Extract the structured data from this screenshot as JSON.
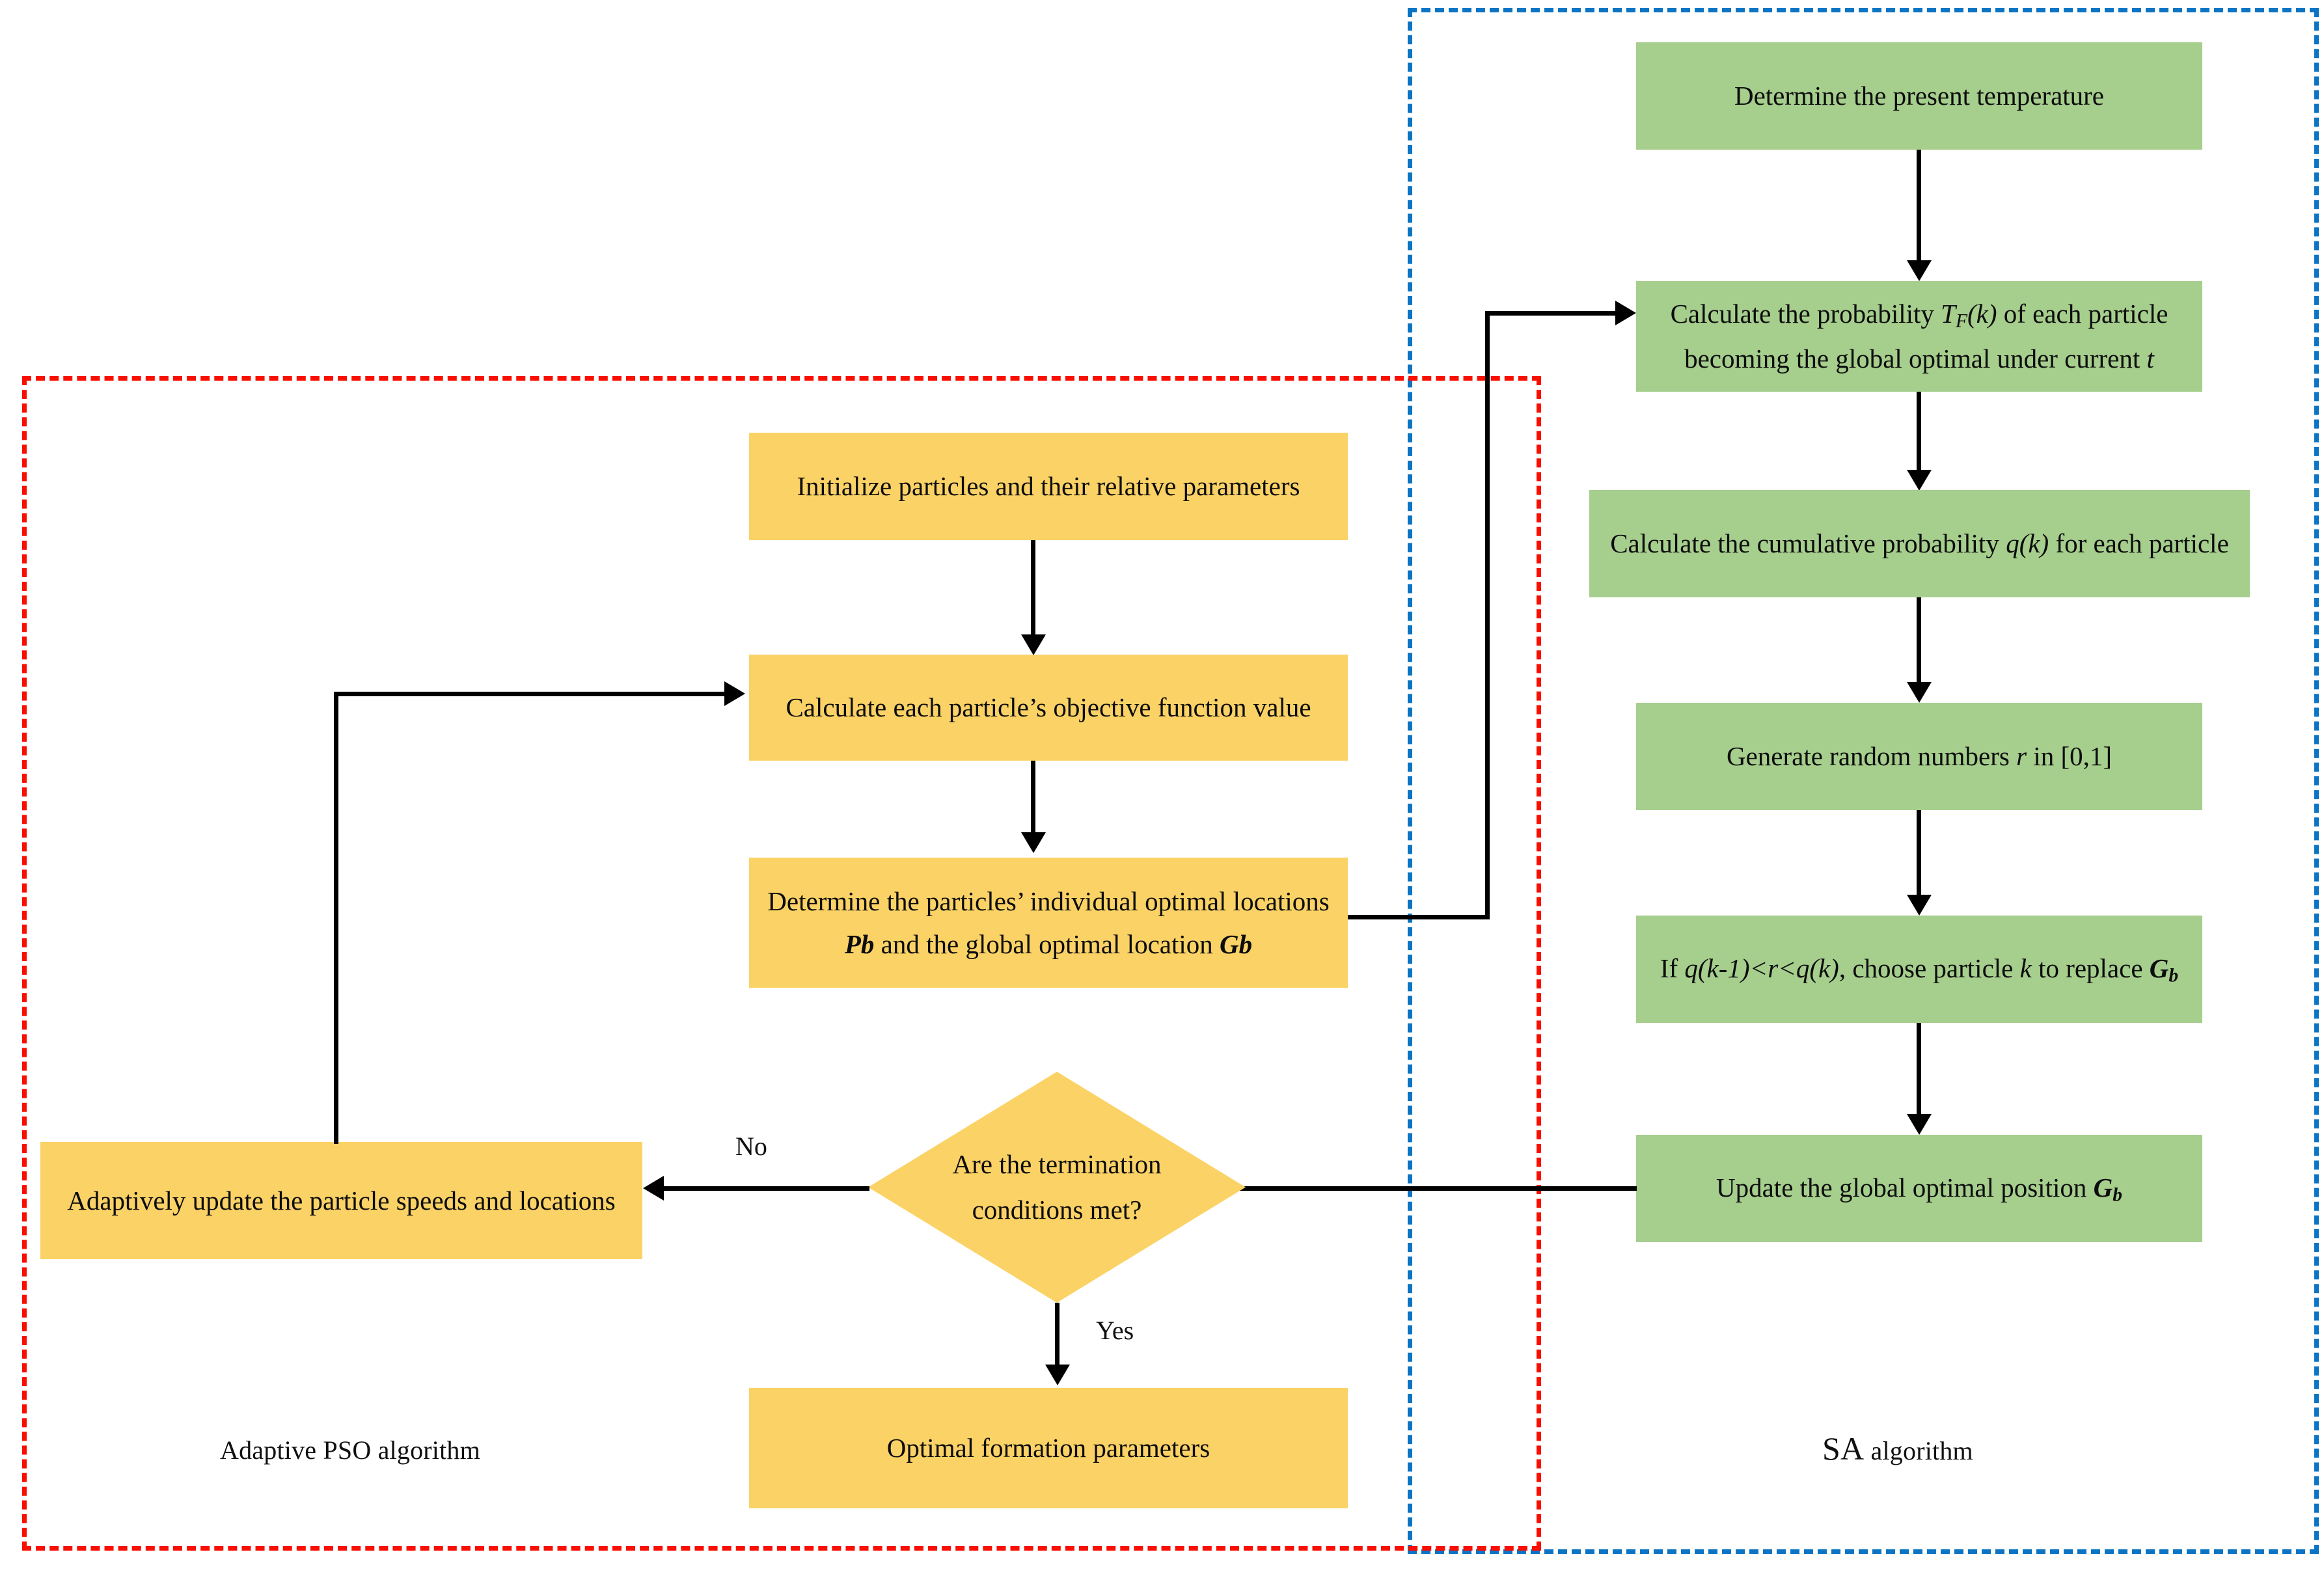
{
  "diagram": {
    "title": "Adaptive PSO-SA hybrid algorithm flowchart",
    "colors": {
      "pso_node_fill": "#FBD265",
      "sa_node_fill": "#A6CE8D",
      "pso_group_border": "#FA0E00",
      "sa_group_border": "#0B74C4",
      "connector": "#000000",
      "background": "#FFFFFF"
    }
  },
  "groups": {
    "pso": {
      "label_prefix": "",
      "label": "Adaptive PSO algorithm"
    },
    "sa": {
      "label_prefix": "SA",
      "label": " algorithm"
    }
  },
  "pso_nodes": {
    "initialize": "Initialize particles and their relative parameters",
    "objective": "Calculate each particle’s objective function value",
    "determine_line1": "Determine the particles’ individual optimal locations",
    "determine_line2_a": "Pb",
    "determine_line2_b": " and  the global optimal location ",
    "determine_line2_c": "Gb",
    "update_particles": "Adaptively update the particle speeds and locations",
    "decision_line1": "Are the termination",
    "decision_line2": "conditions met?",
    "result": "Optimal formation parameters"
  },
  "sa_nodes": {
    "temperature": "Determine the present temperature",
    "probability_line1_a": "Calculate the probability ",
    "probability_line1_b": "T",
    "probability_line1_sub": "F",
    "probability_line1_c": "(k)",
    "probability_line1_d": " of each particle",
    "probability_line2_a": "becoming the global optimal under current ",
    "probability_line2_b": "t",
    "cumulative_a": "Calculate the cumulative probability ",
    "cumulative_b": "q(k)",
    "cumulative_c": " for each particle",
    "random_a": "Generate random numbers ",
    "random_b": "r",
    "random_c": " in  [0,1]",
    "choose_a": "If ",
    "choose_b": "q(k-1)<r<q(k)",
    "choose_c": ", choose particle ",
    "choose_d": "k",
    "choose_e": " to replace ",
    "choose_f": "G",
    "choose_f_sub": "b",
    "update_global_a": "Update the global optimal position ",
    "update_global_b": "G",
    "update_global_sub": "b"
  },
  "edge_labels": {
    "no": "No",
    "yes": "Yes"
  }
}
